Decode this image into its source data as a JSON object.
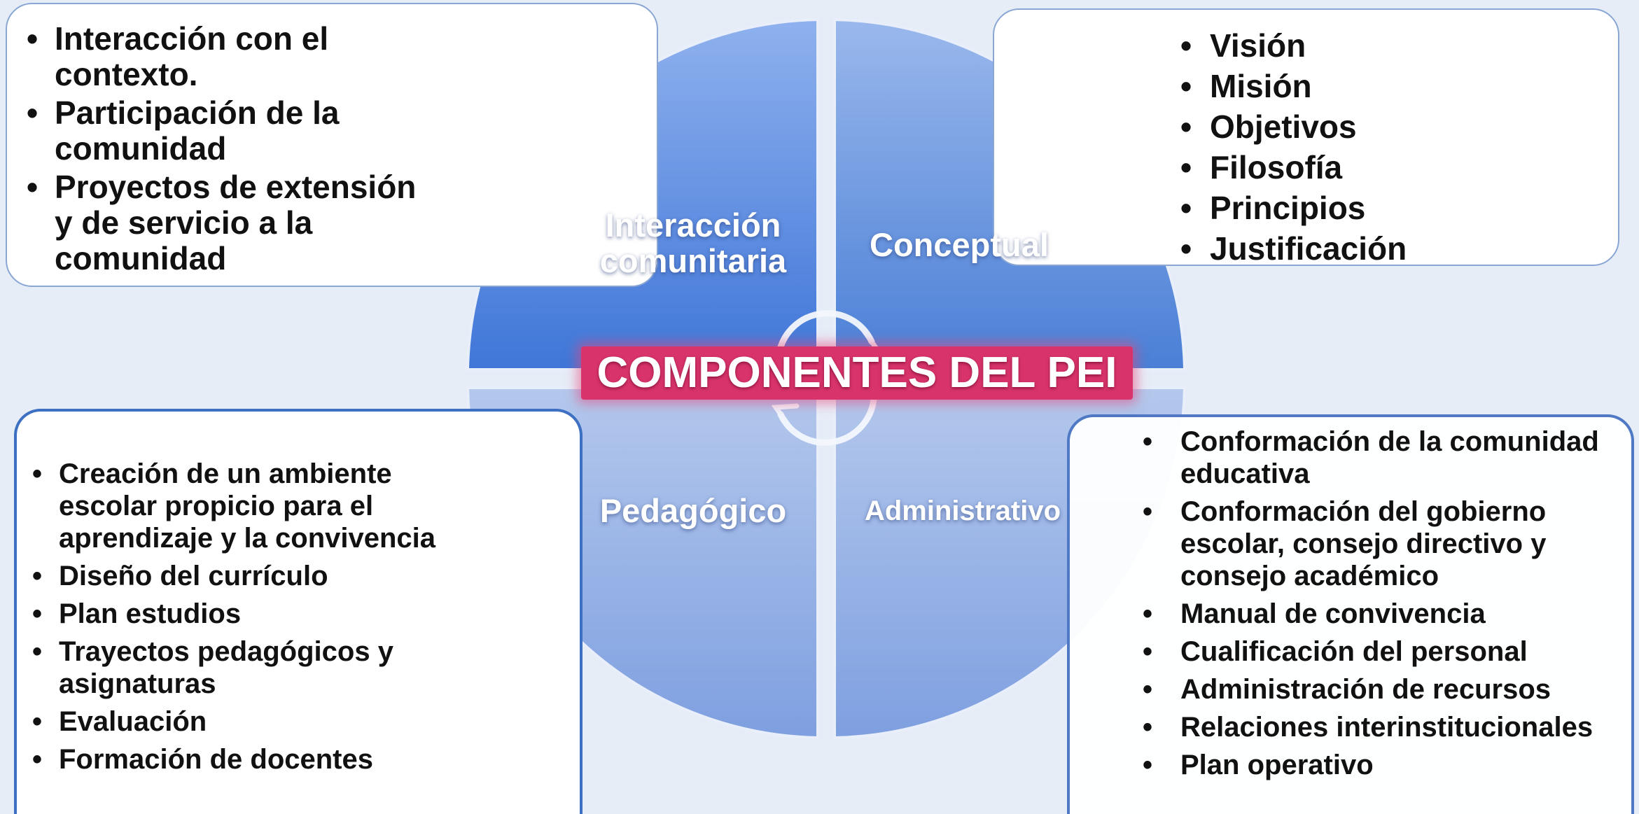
{
  "title": "COMPONENTES DEL PEI",
  "quadrants": {
    "top_left": "Interacción comunitaria",
    "top_left_line1": "Interacción",
    "top_left_line2": "comunitaria",
    "top_right": "Conceptual",
    "bottom_left": "Pedagógico",
    "bottom_right": "Administrativo"
  },
  "boxes": {
    "top_left": [
      "Interacción con el contexto.",
      "Participación de la comunidad",
      "Proyectos de extensión y de servicio a la comunidad"
    ],
    "top_right": [
      "Visión",
      "Misión",
      "Objetivos",
      "Filosofía",
      "Principios",
      "Justificación"
    ],
    "bottom_left": [
      "Creación de un ambiente escolar propicio para el aprendizaje y la convivencia",
      "Diseño del currículo",
      "Plan estudios",
      "Trayectos pedagógicos y asignaturas",
      "Evaluación",
      "Formación de docentes"
    ],
    "bottom_right": [
      "Conformación de la comunidad educativa",
      "Conformación del gobierno escolar, consejo directivo y consejo académico",
      "Manual de convivencia",
      "Cualificación del personal",
      "Administración de recursos",
      "Relaciones interinstitucionales",
      "Plan operativo"
    ]
  },
  "colors": {
    "background": "#e6edf7",
    "quadrant_dark": "#4a7ed9",
    "quadrant_light": "#9fb9e8",
    "banner": "#d8336b",
    "box_border": "#3d6fc2"
  }
}
